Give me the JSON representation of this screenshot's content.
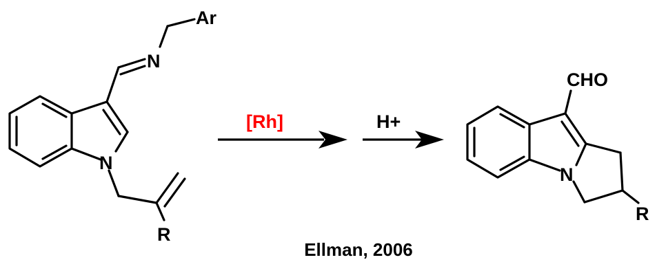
{
  "scheme": {
    "reactant_labels": {
      "ar": "Ar",
      "n_imine": "N",
      "n_indole": "N",
      "r": "R"
    },
    "product_labels": {
      "cho": "CHO",
      "n": "N",
      "r": "R"
    },
    "step1": {
      "reagent": "[Rh]",
      "reagent_color": "#ff0000"
    },
    "step2": {
      "reagent": "H+",
      "reagent_color": "#000000"
    },
    "caption": "Ellman, 2006"
  }
}
